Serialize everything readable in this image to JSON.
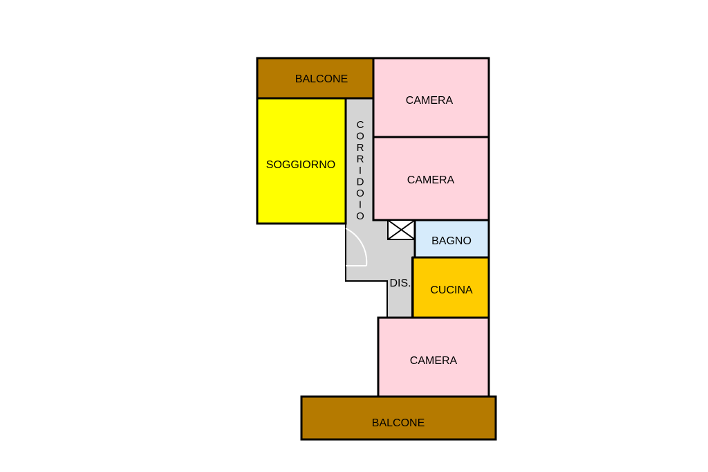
{
  "rooms": {
    "balcone_top": {
      "label": "BALCONE",
      "color": "#b57a00"
    },
    "camera_1": {
      "label": "CAMERA",
      "color": "#ffd4dd"
    },
    "soggiorno": {
      "label": "SOGGIORNO",
      "color": "#ffff00"
    },
    "corridoio": {
      "label": "CORRIDOIO",
      "letters": [
        "C",
        "O",
        "R",
        "R",
        "I",
        "D",
        "O",
        "I",
        "O"
      ],
      "color": "#d4d4d4"
    },
    "camera_2": {
      "label": "CAMERA",
      "color": "#ffd4dd"
    },
    "bagno": {
      "label": "BAGNO",
      "color": "#d6ebfb"
    },
    "dis": {
      "label": "DIS.",
      "color": "#d4d4d4"
    },
    "cucina": {
      "label": "CUCINA",
      "color": "#ffcc00"
    },
    "camera_3": {
      "label": "CAMERA",
      "color": "#ffd4dd"
    },
    "balcone_bottom": {
      "label": "BALCONE",
      "color": "#b57a00"
    }
  },
  "wall_color": "#000000"
}
